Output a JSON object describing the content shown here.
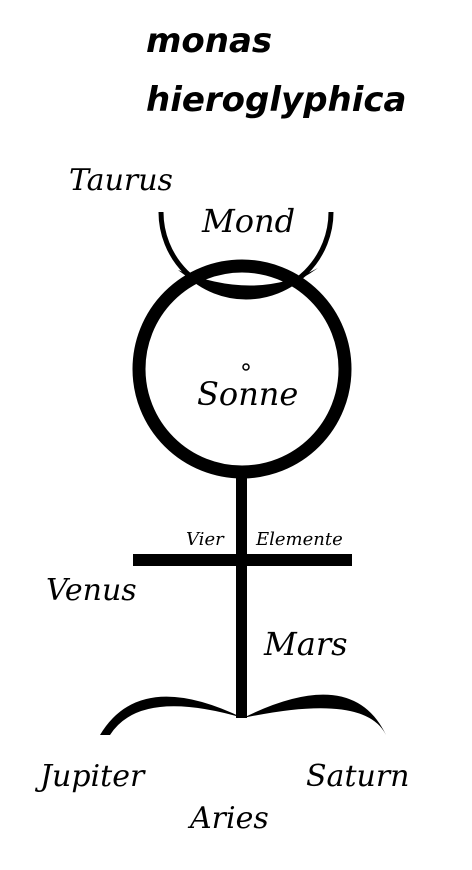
{
  "title": {
    "line1": "monas",
    "line2": "hieroglyphica"
  },
  "labels": {
    "taurus": "Taurus",
    "mond": "Mond",
    "sonne": "Sonne",
    "vier": "Vier",
    "elemente": "Elemente",
    "venus": "Venus",
    "mars": "Mars",
    "jupiter": "Jupiter",
    "saturn": "Saturn",
    "aries": "Aries"
  },
  "colors": {
    "ink": "#000000",
    "paper": "#ffffff"
  }
}
